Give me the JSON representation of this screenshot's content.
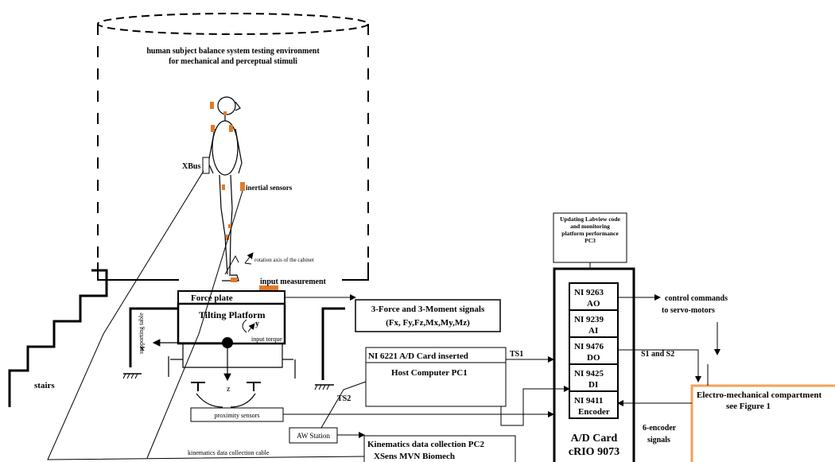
{
  "environment": {
    "line1": "human subject balance system testing environment",
    "line2": "for mechanical and perceptual stimuli"
  },
  "labels": {
    "xbus": "XBus",
    "inertial_sensors": "inertial sensors",
    "rotation_axis": "rotation axis of the cabinet",
    "input_measurement": "input measurement",
    "force_plate": "Force plate",
    "tilting_platform": "Tilting Platform",
    "input_torque": "input torque",
    "axis_y": "y",
    "axis_x": "x",
    "axis_z": "z",
    "supporting_table": "supporting table",
    "stairs": "stairs",
    "proximity_sensors": "proximity sensors",
    "ts1": "TS1",
    "ts2": "TS2",
    "kinematics_cable": "kinematics data collection cable",
    "aw_station": "AW Station"
  },
  "signals_box": {
    "line1": "3-Force and 3-Moment signals",
    "line2": "(Fx, Fy,Fz,Mx,My,Mz)"
  },
  "host_box": {
    "card": "NI 6221 A/D Card inserted",
    "computer": "Host Computer PC1"
  },
  "kinematics_box": {
    "line1": "Kinematics data collection  PC2",
    "line2": "XSens MVN Biomech"
  },
  "pc3_box": {
    "line1": "Updating Labview code",
    "line2": "and monitoring",
    "line3": "platform performance",
    "line4": "PC3"
  },
  "crio": {
    "modules": [
      {
        "name": "NI 9263",
        "type": "AO"
      },
      {
        "name": "NI 9239",
        "type": "AI"
      },
      {
        "name": "NI 9476",
        "type": "DO"
      },
      {
        "name": "NI 9425",
        "type": "DI"
      },
      {
        "name": "NI 9411",
        "type": "Encoder"
      }
    ],
    "title1": "A/D Card",
    "title2": "cRIO 9073"
  },
  "control": {
    "line1": "control commands",
    "line2": "to servo-motors",
    "s1s2": "S1 and S2"
  },
  "encoder": {
    "line1": "6-encoder",
    "line2": "signals"
  },
  "electro": {
    "line1": "Electro-mechanical compartment",
    "line2": "see Figure 1"
  },
  "colors": {
    "sensor_orange": "#e07b2a",
    "compartment_border": "#f5a05a",
    "line": "#000000"
  }
}
